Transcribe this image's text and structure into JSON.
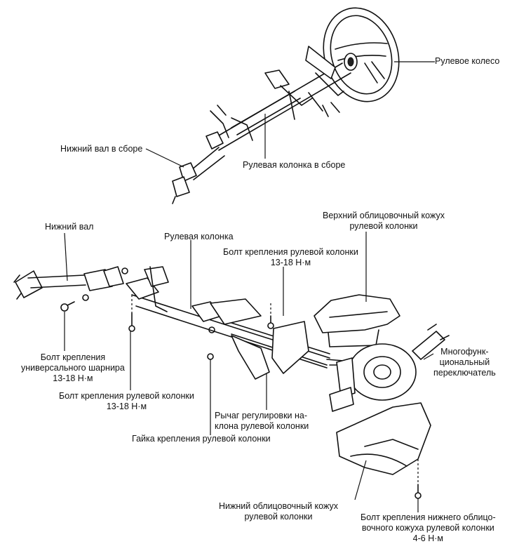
{
  "labels": {
    "steering_wheel": "Рулевое колесо",
    "lower_shaft_assembly": "Нижний вал в сборе",
    "steering_column_assembly": "Рулевая колонка в сборе",
    "lower_shaft": "Нижний вал",
    "steering_column": "Рулевая колонка",
    "upper_cover_line1": "Верхний облицовочный кожух",
    "upper_cover_line2": "рулевой колонки",
    "column_bolt_top_line1": "Болт крепления рулевой колонки",
    "column_bolt_top_line2": "13-18 Н·м",
    "multifunction_line1": "Многофунк-",
    "multifunction_line2": "циональный",
    "multifunction_line3": "переключатель",
    "ujoint_bolt_line1": "Болт крепления",
    "ujoint_bolt_line2": "универсального шарнира",
    "ujoint_bolt_line3": "13-18 Н·м",
    "column_bolt_bottom_line1": "Болт крепления рулевой колонки",
    "column_bolt_bottom_line2": "13-18 Н·м",
    "tilt_lever_line1": "Рычаг регулировки на-",
    "tilt_lever_line2": "клона рулевой колонки",
    "column_nut": "Гайка крепления рулевой колонки",
    "lower_cover_line1": "Нижний облицовочный кожух",
    "lower_cover_line2": "рулевой колонки",
    "lower_cover_bolt_line1": "Болт крепления нижнего облицо-",
    "lower_cover_bolt_line2": "вочного кожуха рулевой колонки",
    "lower_cover_bolt_line3": "4-6 Н·м"
  }
}
